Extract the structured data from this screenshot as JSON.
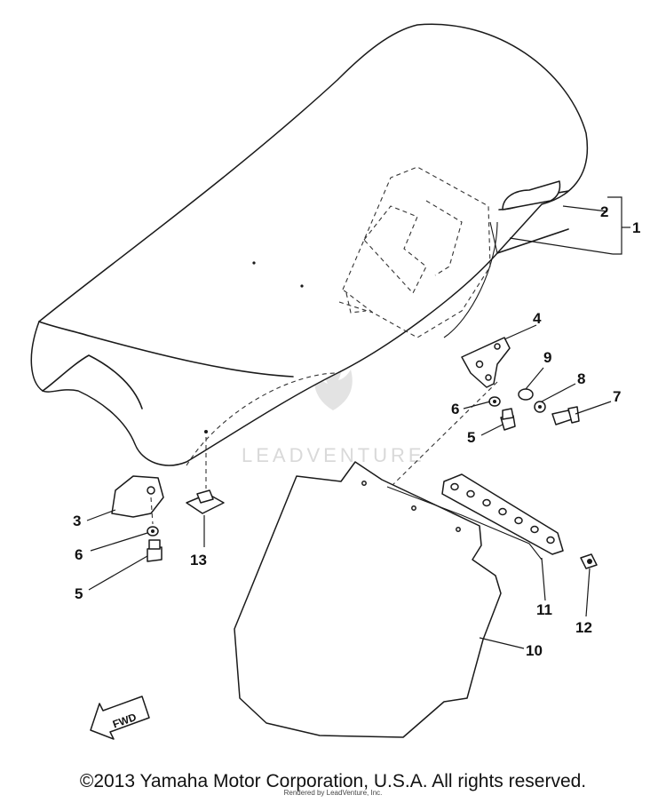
{
  "watermark": {
    "text": "LEADVENTURE"
  },
  "fwd_label": "FWD",
  "callouts": {
    "c1": "1",
    "c2": "2",
    "c3": "3",
    "c4": "4",
    "c5a": "5",
    "c5b": "5",
    "c6a": "6",
    "c6b": "6",
    "c7": "7",
    "c8": "8",
    "c9": "9",
    "c10": "10",
    "c11": "11",
    "c12": "12",
    "c13": "13"
  },
  "footer": {
    "copyright": "©2013 Yamaha Motor Corporation, U.S.A. All rights reserved.",
    "credit": "Rendered by LeadVenture, Inc."
  }
}
